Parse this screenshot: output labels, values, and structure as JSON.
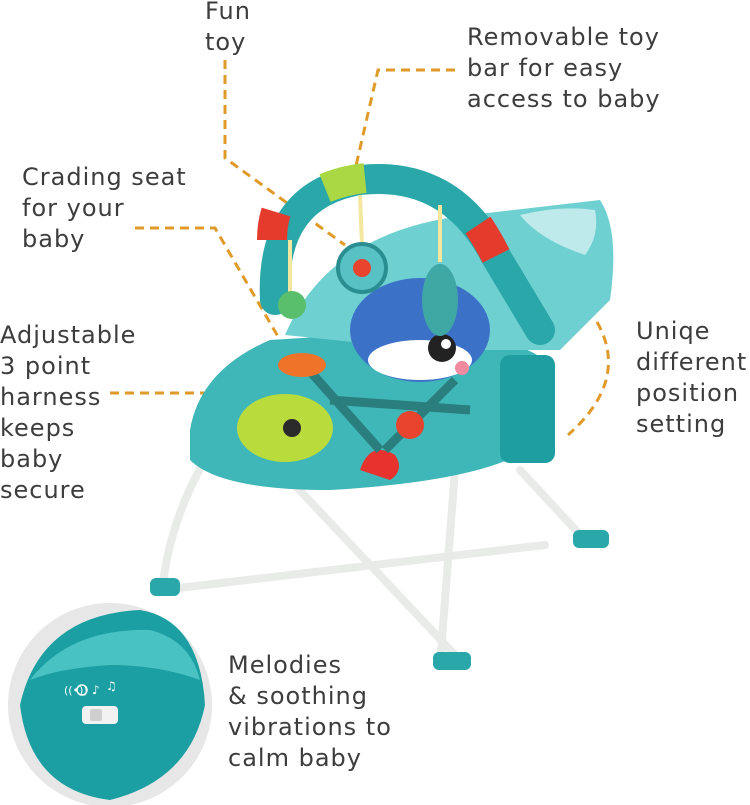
{
  "colors": {
    "accent_orange": "#e09a2a",
    "teal": "#2aa7a8",
    "teal_light": "#5cc6c8",
    "whale_blue": "#3b72c7",
    "frame_white": "#f4f5f3"
  },
  "labels": {
    "fun_toy": [
      "Fun",
      "toy"
    ],
    "removable_bar": [
      "Removable toy",
      "bar for easy",
      "access to baby"
    ],
    "cradling_seat": [
      "Crading seat",
      "for your",
      "baby"
    ],
    "harness": [
      "Adjustable",
      "3 point",
      "harness",
      "keeps",
      "baby",
      "secure"
    ],
    "position": [
      "Uniqe",
      "different",
      "position",
      "setting"
    ],
    "melodies": [
      "Melodies",
      "& soothing",
      "vibrations to",
      "calm baby"
    ]
  },
  "icons": [
    "vibration-icon",
    "timer-icon",
    "music-note-icon",
    "music-notes-icon"
  ]
}
